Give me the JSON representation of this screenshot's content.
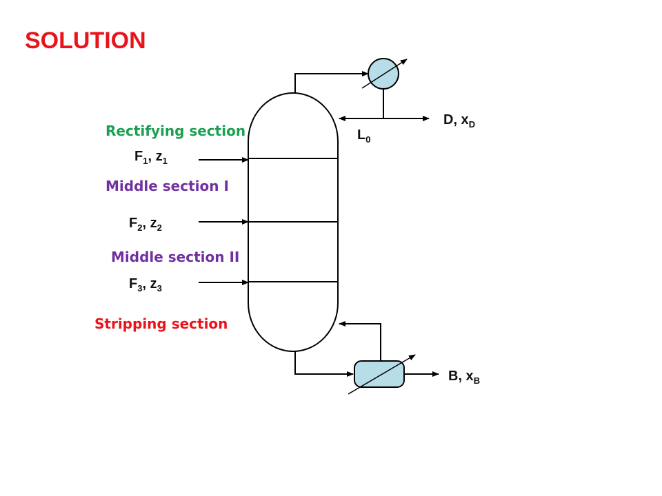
{
  "title": "SOLUTION",
  "sections": {
    "rectifying": "Rectifying section",
    "middle_1": "Middle section I",
    "middle_2": "Middle section II",
    "stripping": "Stripping section"
  },
  "streams": {
    "feed_1": {
      "main": "F",
      "sub1": "1",
      "sep": ", z",
      "sub2": "1"
    },
    "feed_2": {
      "main": "F",
      "sub1": "2",
      "sep": ", z",
      "sub2": "2"
    },
    "feed_3": {
      "main": "F",
      "sub1": "3",
      "sep": ", z",
      "sub2": "3"
    },
    "distillate": {
      "main": "D, x",
      "sub": "D"
    },
    "bottoms": {
      "main": "B, x",
      "sub": "B"
    },
    "reflux": {
      "main": "L",
      "sub": "0"
    }
  },
  "colors": {
    "title": "#e8141b",
    "rectifying": "#1aa050",
    "middle": "#7030a0",
    "stripping": "#e8141b",
    "equipment_fill": "#b7dde8",
    "line": "#000000"
  }
}
